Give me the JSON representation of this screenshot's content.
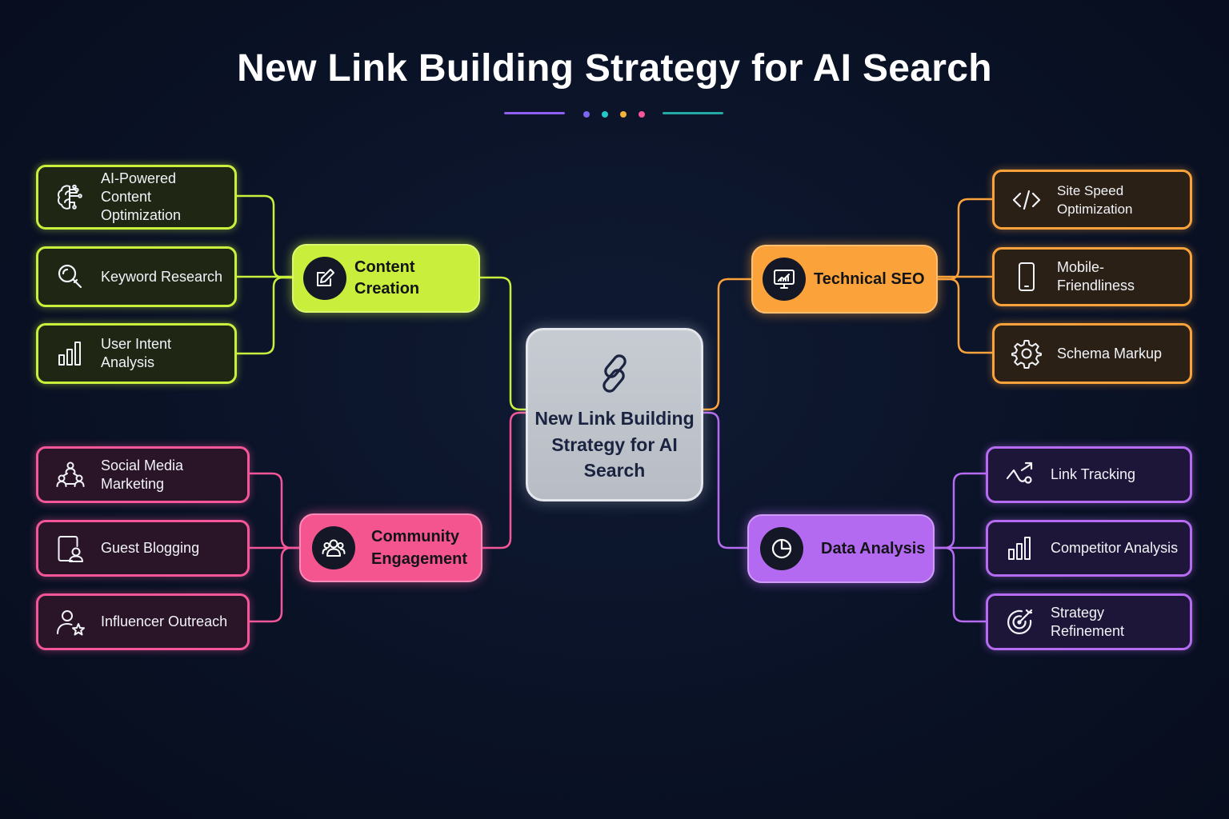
{
  "title": "New Link Building Strategy for AI Search",
  "colors": {
    "background": "#0a1226",
    "content_creation": "#c9f03c",
    "technical_seo": "#fba23a",
    "community_engagement": "#f5569a",
    "data_analysis": "#b66cf2",
    "center": "#c2c6cd"
  },
  "center": {
    "icon": "link-chain-icon",
    "label": "New Link Building Strategy for AI Search"
  },
  "branches": [
    {
      "label": "Content Creation",
      "icon": "edit-icon",
      "color": "#c9f03c",
      "items": [
        {
          "label": "AI-Powered Content Optimization",
          "icon": "brain-circuit-icon"
        },
        {
          "label": "Keyword Research",
          "icon": "magnifier-icon"
        },
        {
          "label": "User Intent Analysis",
          "icon": "bar-chart-icon"
        }
      ]
    },
    {
      "label": "Technical SEO",
      "icon": "monitor-chart-icon",
      "color": "#fba23a",
      "items": [
        {
          "label": "Site Speed Optimization",
          "icon": "code-icon"
        },
        {
          "label": "Mobile-Friendliness",
          "icon": "smartphone-icon"
        },
        {
          "label": "Schema Markup",
          "icon": "gear-icon"
        }
      ]
    },
    {
      "label": "Community Engagement",
      "icon": "users-icon",
      "color": "#f5569a",
      "items": [
        {
          "label": "Social Media Marketing",
          "icon": "network-people-icon"
        },
        {
          "label": "Guest Blogging",
          "icon": "author-profile-icon"
        },
        {
          "label": "Influencer Outreach",
          "icon": "user-star-icon"
        }
      ]
    },
    {
      "label": "Data Analysis",
      "icon": "pie-chart-icon",
      "color": "#b66cf2",
      "items": [
        {
          "label": "Link Tracking",
          "icon": "trend-arrow-icon"
        },
        {
          "label": "Competitor Analysis",
          "icon": "bar-chart-icon"
        },
        {
          "label": "Strategy Refinement",
          "icon": "target-icon"
        }
      ]
    }
  ]
}
